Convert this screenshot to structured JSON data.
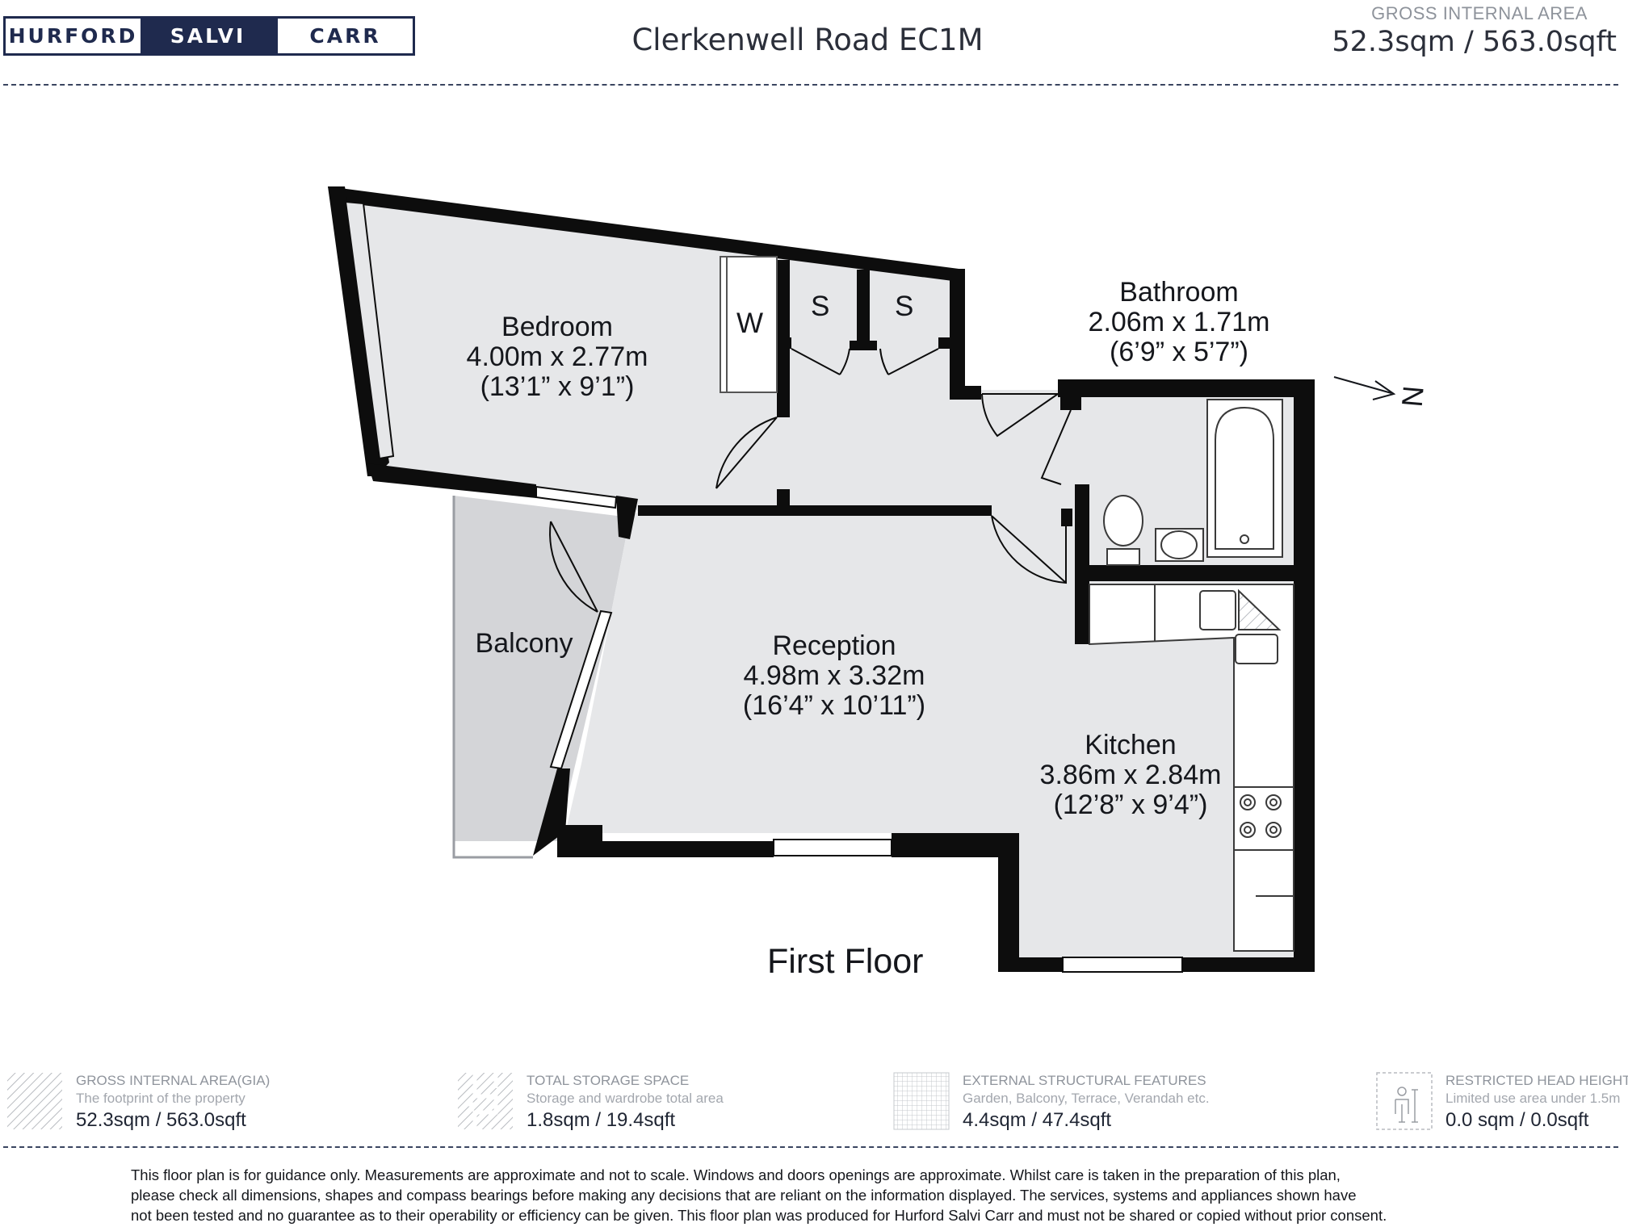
{
  "brand": {
    "logo_parts": [
      "HURFORD",
      "SALVI",
      "CARR"
    ],
    "navy": "#1f2a4e"
  },
  "header": {
    "title": "Clerkenwell Road EC1M",
    "gia_label": "GROSS INTERNAL AREA",
    "gia_value": "52.3sqm / 563.0sqft"
  },
  "plan": {
    "floor_label": "First Floor",
    "compass_label": "N",
    "rooms": {
      "bedroom": {
        "name": "Bedroom",
        "metric": "4.00m x 2.77m",
        "imperial": "(13’1” x 9’1”)"
      },
      "bathroom": {
        "name": "Bathroom",
        "metric": "2.06m x 1.71m",
        "imperial": "(6’9” x 5’7”)"
      },
      "reception": {
        "name": "Reception",
        "metric": "4.98m x 3.32m",
        "imperial": "(16’4” x 10’11”)"
      },
      "kitchen": {
        "name": "Kitchen",
        "metric": "3.86m x 2.84m",
        "imperial": "(12’8” x 9’4”)"
      },
      "balcony": {
        "name": "Balcony"
      }
    },
    "cupboards": {
      "wardrobe": "W",
      "store_1": "S",
      "store_2": "S"
    },
    "colors": {
      "wall": "#0d0d0d",
      "floor": "#e6e7e9",
      "balcony": "#d4d5d8"
    }
  },
  "legend": [
    {
      "title": "GROSS INTERNAL AREA(GIA)",
      "subtitle": "The footprint of the property",
      "value": "52.3sqm / 563.0sqft",
      "icon": "diagonal-hatch-icon"
    },
    {
      "title": "TOTAL STORAGE SPACE",
      "subtitle": "Storage and wardrobe total area",
      "value": "1.8sqm / 19.4sqft",
      "icon": "storage-hatch-icon"
    },
    {
      "title": "EXTERNAL STRUCTURAL FEATURES",
      "subtitle": "Garden, Balcony, Terrace, Verandah etc.",
      "value": "4.4sqm / 47.4sqft",
      "icon": "grid-hatch-icon"
    },
    {
      "title": "RESTRICTED HEAD HEIGHT",
      "subtitle": "Limited use area under 1.5m",
      "value": "0.0 sqm / 0.0sqft",
      "icon": "person-height-icon"
    }
  ],
  "disclaimer": {
    "line1": "This floor plan is for guidance only. Measurements are approximate and not to scale. Windows and doors openings are approximate. Whilst care is taken in the preparation of this plan,",
    "line2": "please check all dimensions, shapes and compass bearings before making any decisions that are reliant on the information displayed. The services, systems and appliances shown have",
    "line3": "not been tested and no guarantee as to their operability or efficiency can be given. This floor plan was produced for Hurford Salvi Carr and must not be shared or copied without prior consent."
  }
}
